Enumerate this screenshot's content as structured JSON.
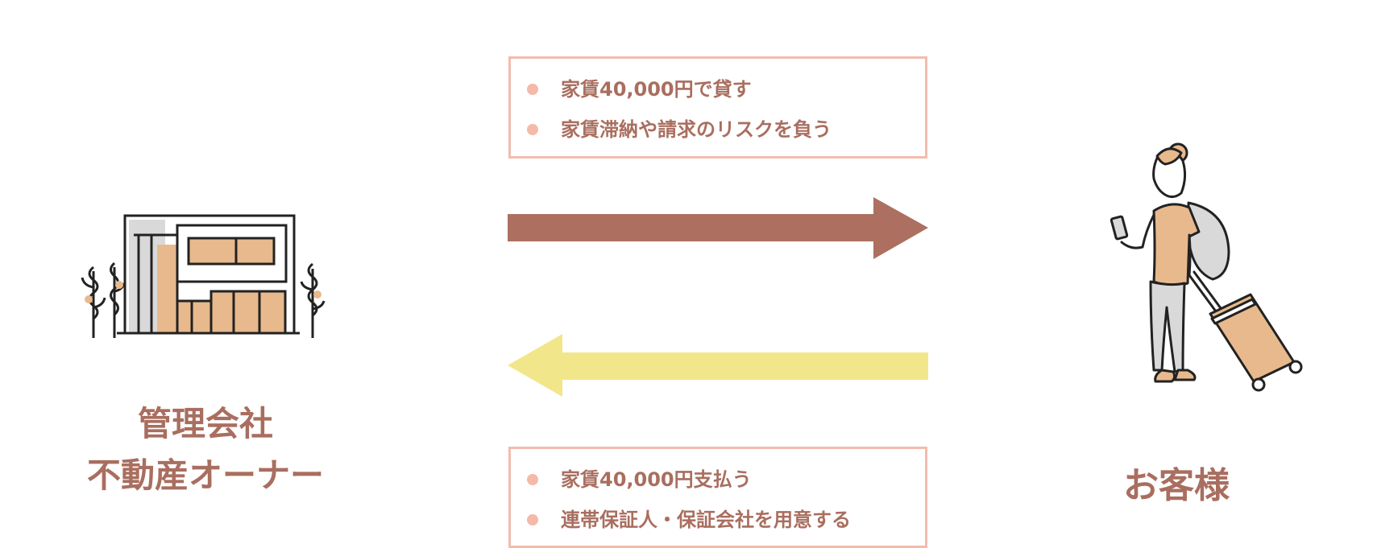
{
  "colors": {
    "accent_text": "#a96e5f",
    "box_border": "#f2bcad",
    "bullet": "#f4b9a9",
    "arrow_right": "#ad7060",
    "arrow_left": "#f2e68a"
  },
  "left_party": {
    "line1": "管理会社",
    "line2": "不動産オーナー",
    "icon": "building-with-trees-icon"
  },
  "right_party": {
    "label": "お客様",
    "icon": "traveler-with-suitcase-icon"
  },
  "top_box": {
    "items": [
      "家賃40,000円で貸す",
      "家賃滞納や請求のリスクを負う"
    ]
  },
  "bottom_box": {
    "items": [
      "家賃40,000円支払う",
      "連帯保証人・保証会社を用意する"
    ]
  }
}
